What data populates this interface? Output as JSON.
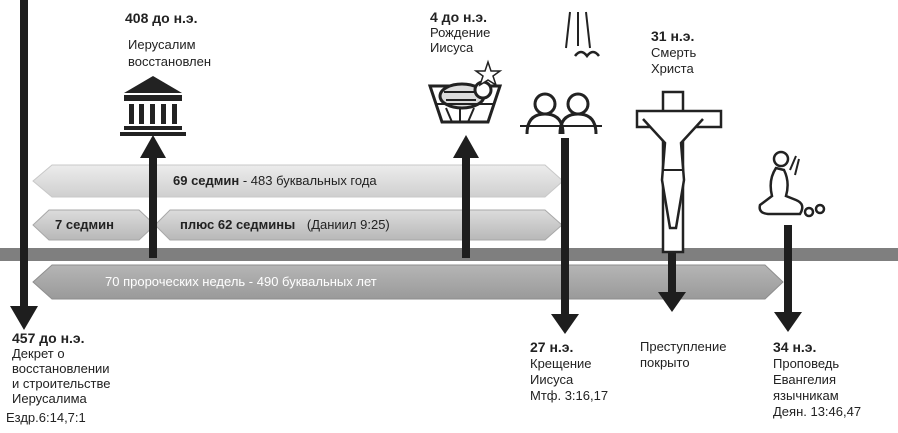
{
  "events": {
    "decree": {
      "date": "457 до н.э.",
      "lines": [
        "Декрет о",
        "восстановлении",
        "и строительстве",
        "Иерусалима"
      ],
      "ref": "Ездр.6:14,7:1"
    },
    "jerusalem": {
      "date": "408 до н.э.",
      "lines": [
        "Иерусалим",
        "восстановлен"
      ]
    },
    "birth": {
      "date": "4 до н.э.",
      "lines": [
        "Рождение",
        "Иисуса"
      ]
    },
    "death": {
      "date": "31 н.э.",
      "lines": [
        "Смерть",
        "Христа"
      ]
    },
    "baptism": {
      "date": "27 н.э.",
      "lines": [
        "Крещение",
        "Иисуса"
      ],
      "ref": "Мтф. 3:16,17"
    },
    "crime": {
      "lines": [
        "Преступление",
        "покрыто"
      ]
    },
    "gentiles": {
      "date": "34 н.э.",
      "lines": [
        "Проповедь",
        "Евангелия",
        "язычникам"
      ],
      "ref": "Деян. 13:46,47"
    }
  },
  "bars": {
    "sevens69": {
      "bold": "69 седмин",
      "rest": " - 483 буквальных года"
    },
    "sevens7": {
      "bold": "7 седмин"
    },
    "sevens62": {
      "bold": "плюс 62 седмины",
      "rest": "(Даниил 9:25)"
    },
    "weeks70": {
      "text": "70 пророческих недель - 490 буквальных лет"
    }
  },
  "icons": [
    "temple-icon",
    "manger-icon",
    "baptism-icon",
    "crucifix-icon",
    "praying-man-icon"
  ],
  "colors": {
    "timeline": "#808080",
    "bar_light": "#d9d9d9",
    "bar_mid": "#c4c4c4",
    "bar_dark": "#a6a6a6",
    "arrow": "#222222"
  }
}
